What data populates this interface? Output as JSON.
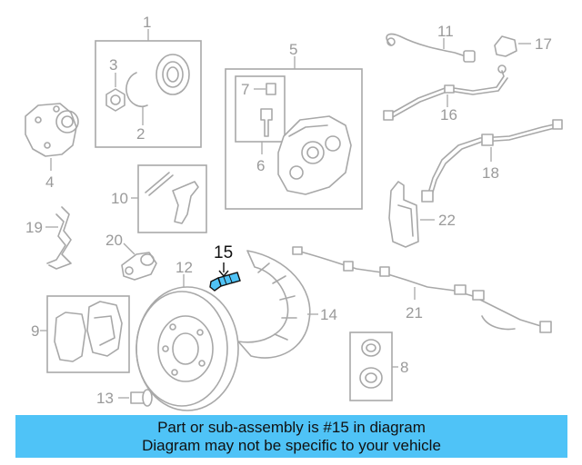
{
  "diagram": {
    "callouts": [
      "1",
      "2",
      "3",
      "4",
      "5",
      "6",
      "7",
      "8",
      "9",
      "10",
      "11",
      "12",
      "13",
      "14",
      "15",
      "16",
      "17",
      "18",
      "19",
      "20",
      "21",
      "22"
    ],
    "highlighted_part": "15",
    "highlight_color": "#111111",
    "dim_color": "#a8a8a8"
  },
  "banner": {
    "line1": "Part or sub-assembly is #15 in diagram",
    "line2": "Diagram may not be specific to your vehicle",
    "background": "#4fc3f7"
  }
}
